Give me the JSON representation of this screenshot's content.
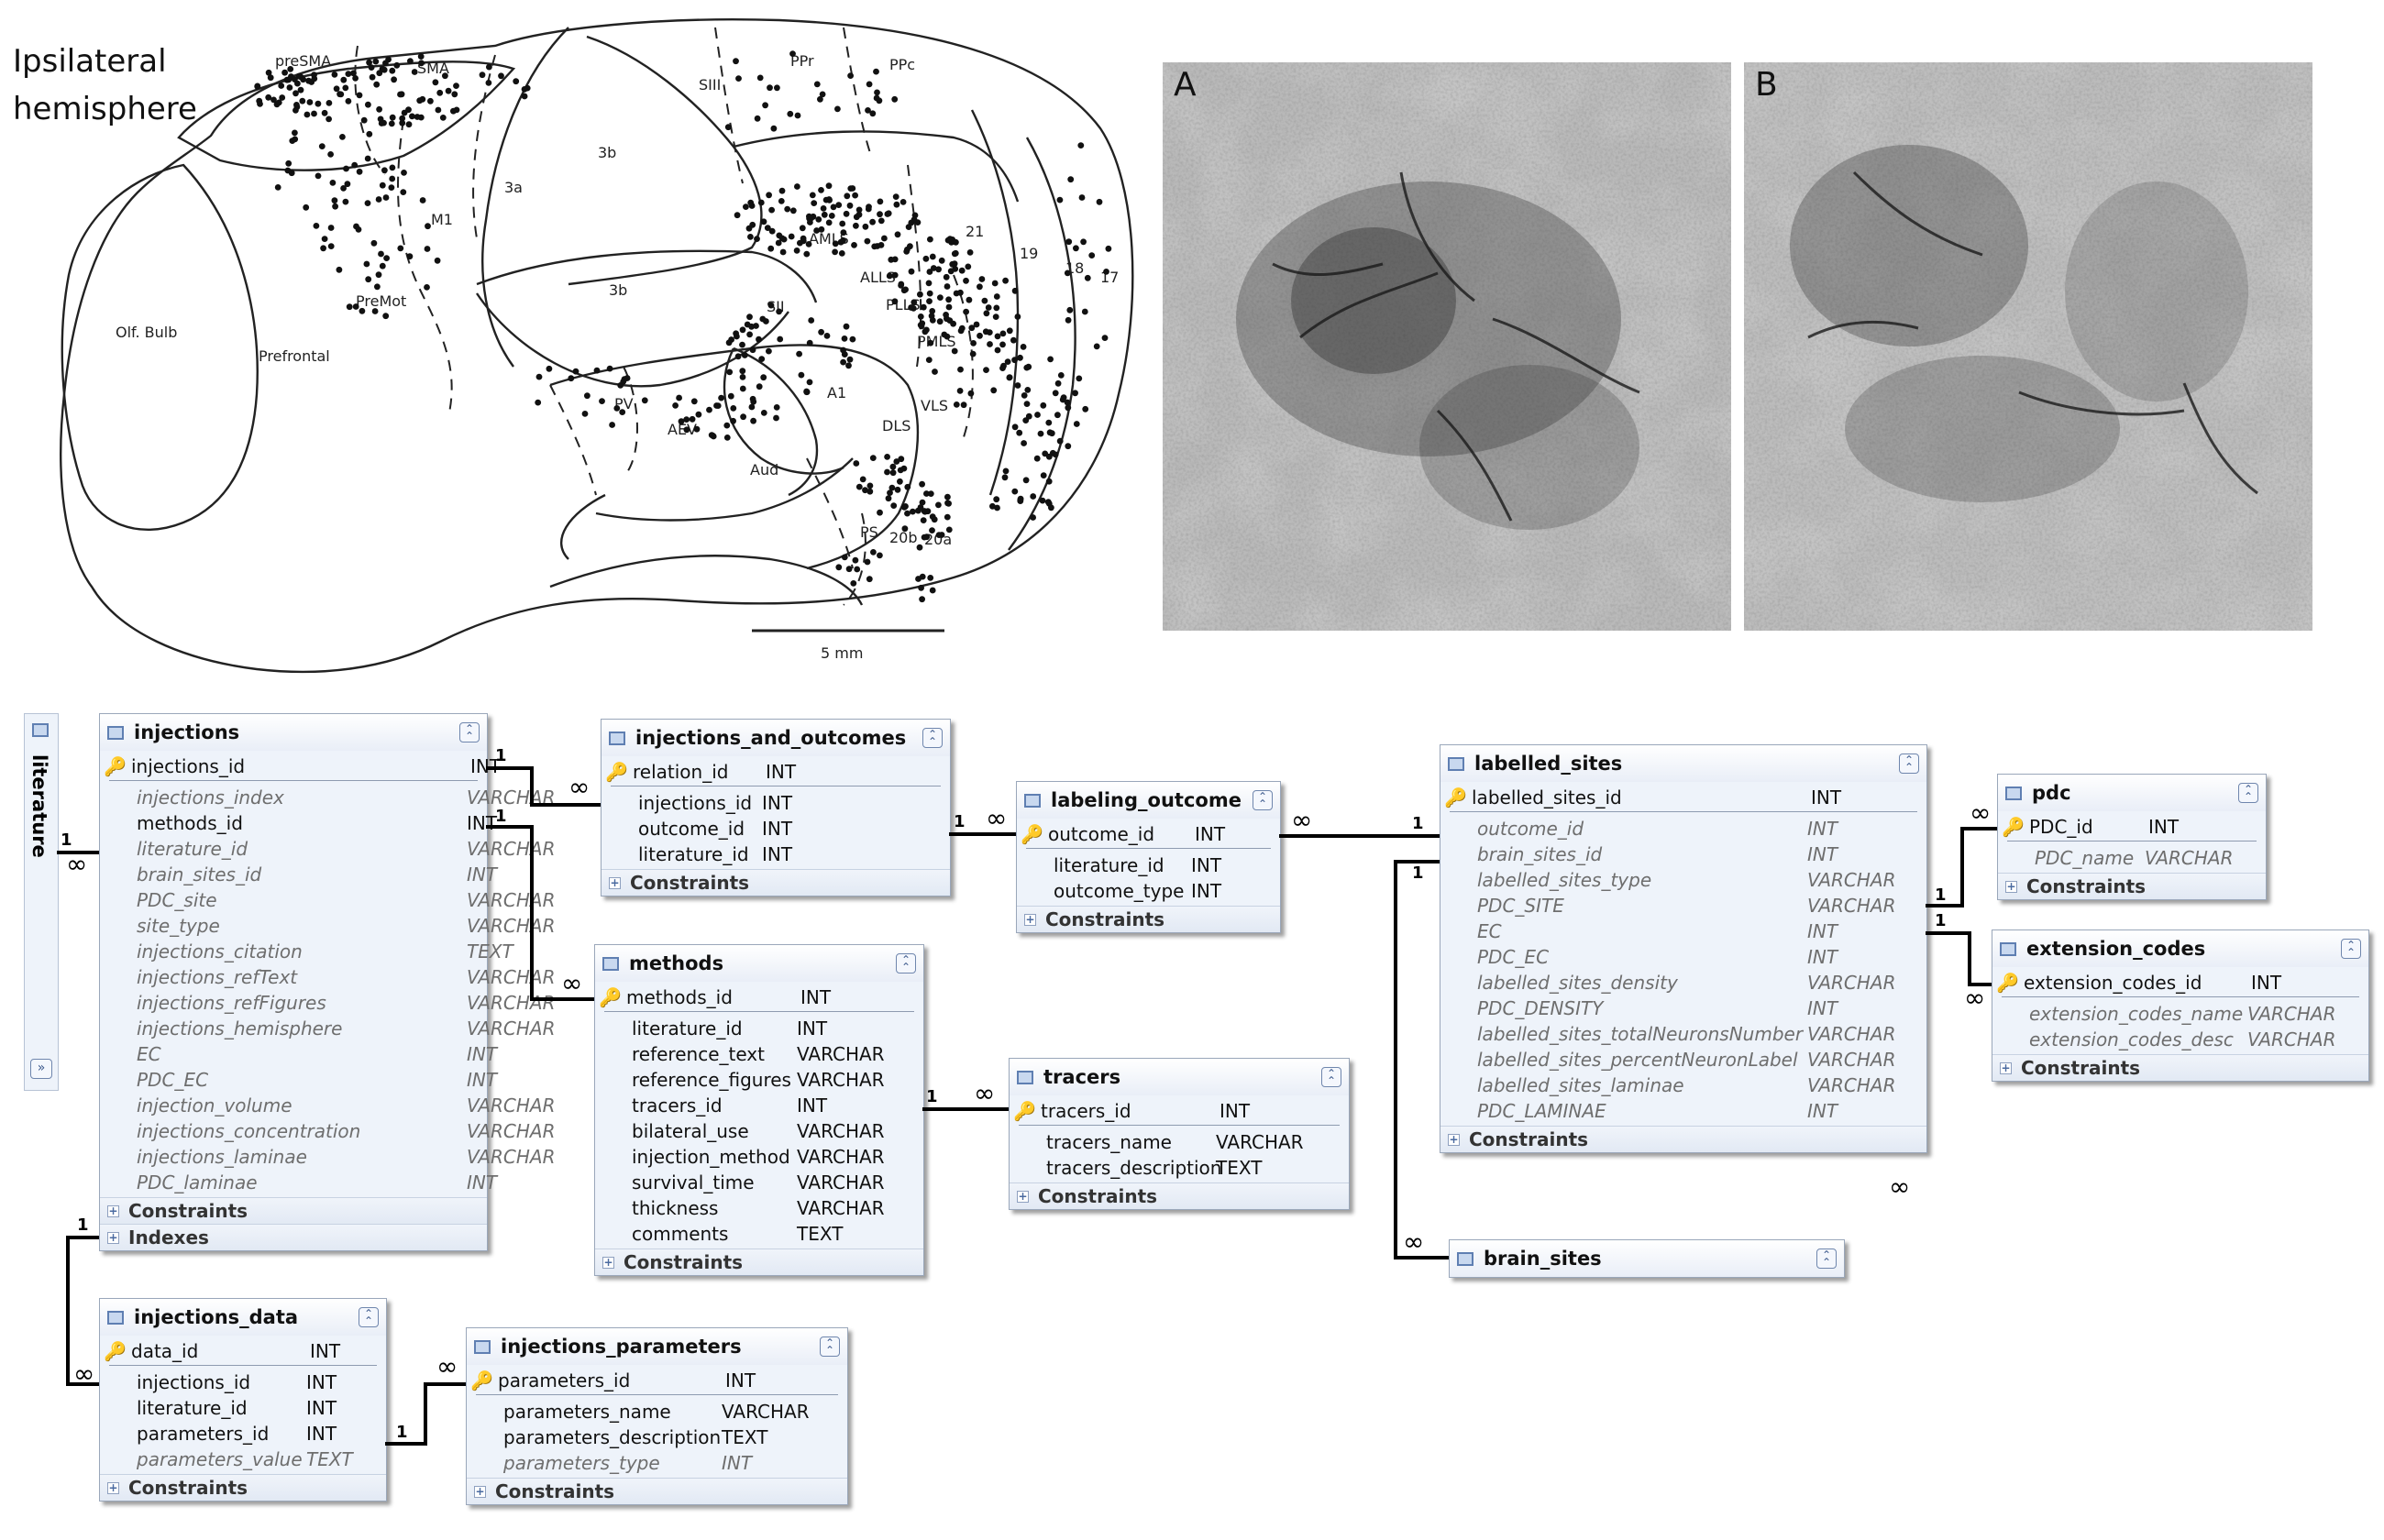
{
  "brain_map": {
    "title": [
      "Ipsilateral",
      "hemisphere"
    ],
    "regions": [
      "preSMA",
      "SMA",
      "M1",
      "3a",
      "3b",
      "3b",
      "SIII",
      "PPr",
      "PPc",
      "PreMot",
      "Prefrontal",
      "Olf. Bulb",
      "AMLS",
      "ALLS",
      "PLLS",
      "PMLS",
      "VLS",
      "DLS",
      "SII",
      "21",
      "19",
      "18",
      "17",
      "PV",
      "AEV",
      "A1",
      "Aud",
      "PS",
      "20b",
      "20a"
    ],
    "scale_bar": "5 mm"
  },
  "photos": [
    {
      "letter": "A"
    },
    {
      "letter": "B"
    }
  ],
  "literature": {
    "title": "literature"
  },
  "tables": {
    "injections": {
      "title": "injections",
      "pk": {
        "name": "injections_id",
        "type": "INT"
      },
      "fields": [
        {
          "name": "injections_index",
          "type": "VARCHAR",
          "italic": true
        },
        {
          "name": "methods_id",
          "type": "INT",
          "italic": false
        },
        {
          "name": "literature_id",
          "type": "VARCHAR",
          "italic": true
        },
        {
          "name": "brain_sites_id",
          "type": "INT",
          "italic": true
        },
        {
          "name": "PDC_site",
          "type": "VARCHAR",
          "italic": true
        },
        {
          "name": "site_type",
          "type": "VARCHAR",
          "italic": true
        },
        {
          "name": "injections_citation",
          "type": "TEXT",
          "italic": true
        },
        {
          "name": "injections_refText",
          "type": "VARCHAR",
          "italic": true
        },
        {
          "name": "injections_refFigures",
          "type": "VARCHAR",
          "italic": true
        },
        {
          "name": "injections_hemisphere",
          "type": "VARCHAR",
          "italic": true
        },
        {
          "name": "EC",
          "type": "INT",
          "italic": true
        },
        {
          "name": "PDC_EC",
          "type": "INT",
          "italic": true
        },
        {
          "name": "injection_volume",
          "type": "VARCHAR",
          "italic": true
        },
        {
          "name": "injections_concentration",
          "type": "VARCHAR",
          "italic": true
        },
        {
          "name": "injections_laminae",
          "type": "VARCHAR",
          "italic": true
        },
        {
          "name": "PDC_laminae",
          "type": "INT",
          "italic": true
        }
      ],
      "footers": [
        "Constraints",
        "Indexes"
      ]
    },
    "injections_and_outcomes": {
      "title": "injections_and_outcomes",
      "pk": {
        "name": "relation_id",
        "type": "INT"
      },
      "fields": [
        {
          "name": "injections_id",
          "type": "INT",
          "italic": false
        },
        {
          "name": "outcome_id",
          "type": "INT",
          "italic": false
        },
        {
          "name": "literature_id",
          "type": "INT",
          "italic": false
        }
      ],
      "footers": [
        "Constraints"
      ]
    },
    "labeling_outcome": {
      "title": "labeling_outcome",
      "pk": {
        "name": "outcome_id",
        "type": "INT"
      },
      "fields": [
        {
          "name": "literature_id",
          "type": "INT",
          "italic": false
        },
        {
          "name": "outcome_type",
          "type": "INT",
          "italic": false
        }
      ],
      "footers": [
        "Constraints"
      ]
    },
    "methods": {
      "title": "methods",
      "pk": {
        "name": "methods_id",
        "type": "INT"
      },
      "fields": [
        {
          "name": "literature_id",
          "type": "INT",
          "italic": false
        },
        {
          "name": "reference_text",
          "type": "VARCHAR",
          "italic": false
        },
        {
          "name": "reference_figures",
          "type": "VARCHAR",
          "italic": false
        },
        {
          "name": "tracers_id",
          "type": "INT",
          "italic": false
        },
        {
          "name": "bilateral_use",
          "type": "VARCHAR",
          "italic": false
        },
        {
          "name": "injection_method",
          "type": "VARCHAR",
          "italic": false
        },
        {
          "name": "survival_time",
          "type": "VARCHAR",
          "italic": false
        },
        {
          "name": "thickness",
          "type": "VARCHAR",
          "italic": false
        },
        {
          "name": "comments",
          "type": "TEXT",
          "italic": false
        }
      ],
      "footers": [
        "Constraints"
      ]
    },
    "tracers": {
      "title": "tracers",
      "pk": {
        "name": "tracers_id",
        "type": "INT"
      },
      "fields": [
        {
          "name": "tracers_name",
          "type": "VARCHAR",
          "italic": false
        },
        {
          "name": "tracers_description",
          "type": "TEXT",
          "italic": false
        }
      ],
      "footers": [
        "Constraints"
      ]
    },
    "labelled_sites": {
      "title": "labelled_sites",
      "pk": {
        "name": "labelled_sites_id",
        "type": "INT"
      },
      "fields": [
        {
          "name": "outcome_id",
          "type": "INT",
          "italic": true
        },
        {
          "name": "brain_sites_id",
          "type": "INT",
          "italic": true
        },
        {
          "name": "labelled_sites_type",
          "type": "VARCHAR",
          "italic": true
        },
        {
          "name": "PDC_SITE",
          "type": "VARCHAR",
          "italic": true
        },
        {
          "name": "EC",
          "type": "INT",
          "italic": true
        },
        {
          "name": "PDC_EC",
          "type": "INT",
          "italic": true
        },
        {
          "name": "labelled_sites_density",
          "type": "VARCHAR",
          "italic": true
        },
        {
          "name": "PDC_DENSITY",
          "type": "INT",
          "italic": true
        },
        {
          "name": "labelled_sites_totalNeuronsNumber",
          "type": "VARCHAR",
          "italic": true
        },
        {
          "name": "labelled_sites_percentNeuronLabel",
          "type": "VARCHAR",
          "italic": true
        },
        {
          "name": "labelled_sites_laminae",
          "type": "VARCHAR",
          "italic": true
        },
        {
          "name": "PDC_LAMINAE",
          "type": "INT",
          "italic": true
        }
      ],
      "footers": [
        "Constraints"
      ]
    },
    "pdc": {
      "title": "pdc",
      "pk": {
        "name": "PDC_id",
        "type": "INT"
      },
      "fields": [
        {
          "name": "PDC_name",
          "type": "VARCHAR",
          "italic": true
        }
      ],
      "footers": [
        "Constraints"
      ]
    },
    "extension_codes": {
      "title": "extension_codes",
      "pk": {
        "name": "extension_codes_id",
        "type": "INT"
      },
      "fields": [
        {
          "name": "extension_codes_name",
          "type": "VARCHAR",
          "italic": true
        },
        {
          "name": "extension_codes_desc",
          "type": "VARCHAR",
          "italic": true
        }
      ],
      "footers": [
        "Constraints"
      ]
    },
    "brain_sites": {
      "title": "brain_sites",
      "pk": null,
      "fields": [],
      "footers": []
    },
    "injections_data": {
      "title": "injections_data",
      "pk": {
        "name": "data_id",
        "type": "INT"
      },
      "fields": [
        {
          "name": "injections_id",
          "type": "INT",
          "italic": false
        },
        {
          "name": "literature_id",
          "type": "INT",
          "italic": false
        },
        {
          "name": "parameters_id",
          "type": "INT",
          "italic": false
        },
        {
          "name": "parameters_value",
          "type": "TEXT",
          "italic": true
        }
      ],
      "footers": [
        "Constraints"
      ]
    },
    "injections_parameters": {
      "title": "injections_parameters",
      "pk": {
        "name": "parameters_id",
        "type": "INT"
      },
      "fields": [
        {
          "name": "parameters_name",
          "type": "VARCHAR",
          "italic": false
        },
        {
          "name": "parameters_description",
          "type": "TEXT",
          "italic": false
        },
        {
          "name": "parameters_type",
          "type": "INT",
          "italic": true
        }
      ],
      "footers": [
        "Constraints"
      ]
    }
  },
  "relation_labels": {
    "one": "1",
    "many": "∞"
  },
  "colors": {
    "header_bg": "#e9eef7",
    "table_bg": "#eef3fa",
    "key": "#d8a000",
    "line": "#000000"
  }
}
